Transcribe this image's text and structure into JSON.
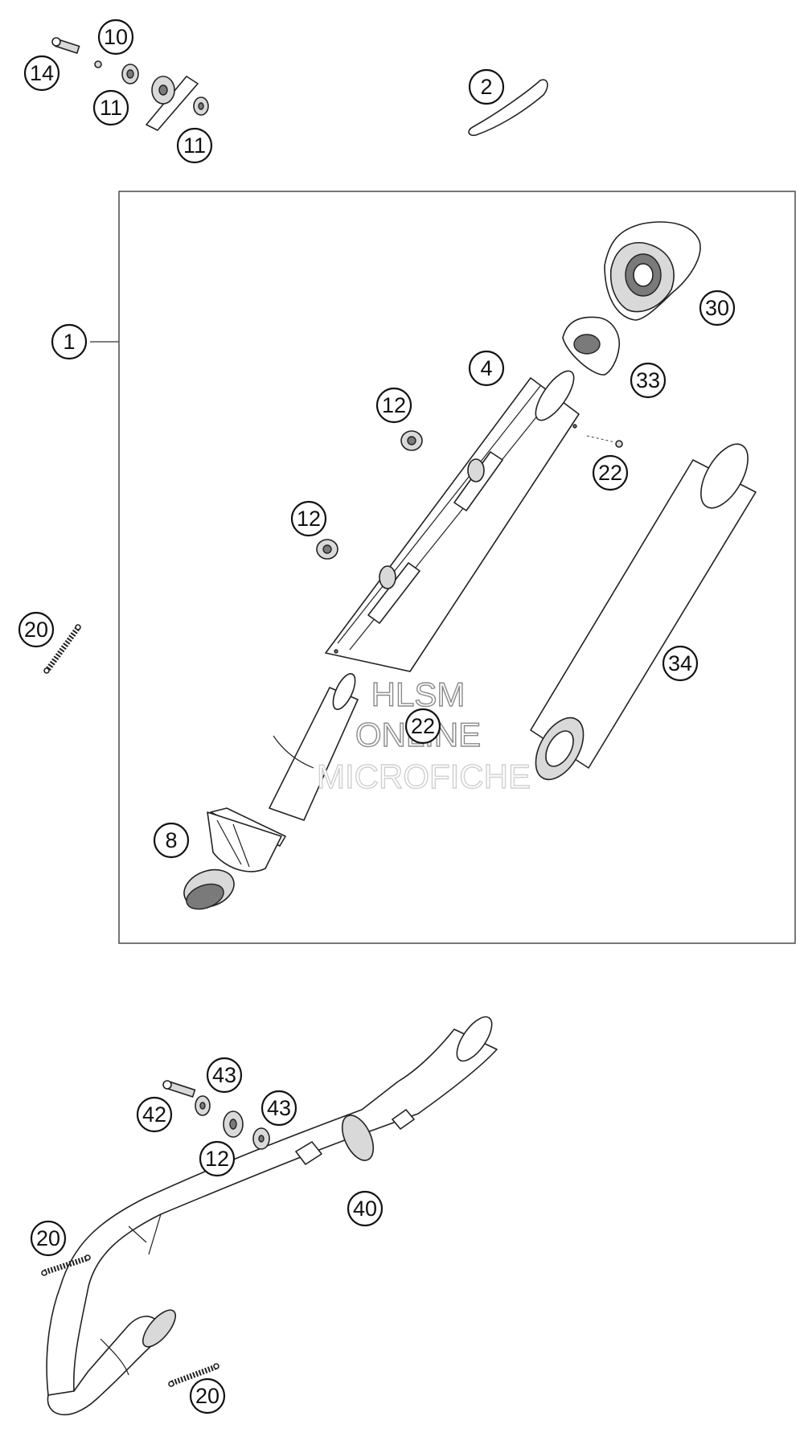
{
  "callouts": [
    {
      "id": "c14a",
      "label": "14"
    },
    {
      "id": "c10",
      "label": "10"
    },
    {
      "id": "c11a",
      "label": "11"
    },
    {
      "id": "c11b",
      "label": "11"
    },
    {
      "id": "c2",
      "label": "2"
    },
    {
      "id": "c1",
      "label": "1"
    },
    {
      "id": "c30",
      "label": "30"
    },
    {
      "id": "c33",
      "label": "33"
    },
    {
      "id": "c4",
      "label": "4"
    },
    {
      "id": "c12a",
      "label": "12"
    },
    {
      "id": "c22a",
      "label": "22"
    },
    {
      "id": "c12b",
      "label": "12"
    },
    {
      "id": "c20a",
      "label": "20"
    },
    {
      "id": "c34",
      "label": "34"
    },
    {
      "id": "c22b",
      "label": "22"
    },
    {
      "id": "c8",
      "label": "8"
    },
    {
      "id": "c43a",
      "label": "43"
    },
    {
      "id": "c42",
      "label": "42"
    },
    {
      "id": "c43b",
      "label": "43"
    },
    {
      "id": "c12c",
      "label": "12"
    },
    {
      "id": "c40",
      "label": "40"
    },
    {
      "id": "c20b",
      "label": "20"
    },
    {
      "id": "c20c",
      "label": "20"
    }
  ],
  "watermark": {
    "line1": "HLSM",
    "line2": "ONLINE",
    "line3": "MICROFICHE"
  }
}
